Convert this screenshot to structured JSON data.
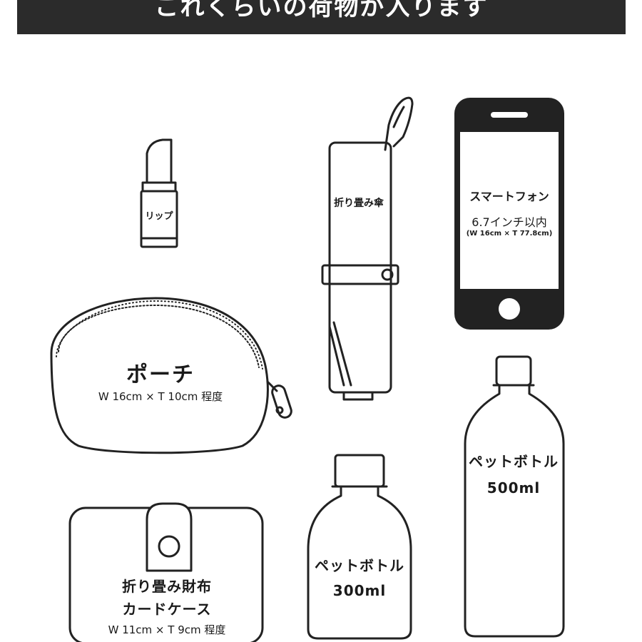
{
  "header": {
    "title": "これくらいの荷物が入ります"
  },
  "items": {
    "lip": {
      "label": "リップ"
    },
    "umbrella": {
      "label": "折り畳み傘"
    },
    "smartphone": {
      "label": "スマートフォン",
      "size": "6.7インチ以内",
      "dims": "(W 16cm × T 77.8cm)"
    },
    "pouch": {
      "label": "ポーチ",
      "dims": "W 16cm × T 10cm 程度"
    },
    "bottle_500": {
      "label": "ペットボトル",
      "volume": "500ml"
    },
    "bottle_300": {
      "label": "ペットボトル",
      "volume": "300ml"
    },
    "wallet": {
      "label_line1": "折り畳み財布",
      "label_line2": "カードケース",
      "dims": "W 11cm × T 9cm 程度"
    }
  },
  "colors": {
    "banner": "#2b2b2b",
    "stroke": "#222222",
    "background": "#ffffff"
  }
}
